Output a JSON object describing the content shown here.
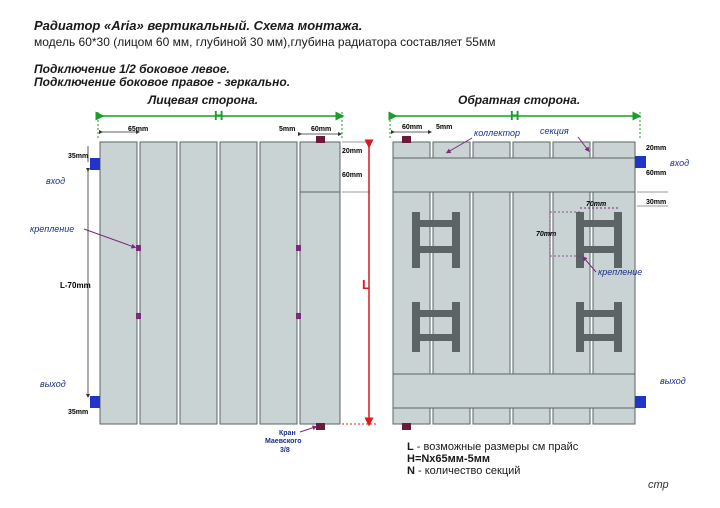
{
  "header": {
    "title": "Радиатор «Aria» вертикальный. Схема монтажа.",
    "subtitle": "модель 60*30 (лицом 60 мм, глубиной 30 мм),глубина радиатора составляет 55мм",
    "connection_left": "Подключение 1/2 боковое левое.",
    "connection_right": "Подключение боковое правое - зеркально."
  },
  "front": {
    "title": "Лицевая сторона.",
    "h_label": "H",
    "l_label": "L",
    "dim_65": "65mm",
    "dim_5": "5mm",
    "dim_60_top": "60mm",
    "dim_35_top": "35mm",
    "dim_20": "20mm",
    "dim_60_side": "60mm",
    "dim_l70": "L-70mm",
    "dim_35_bottom": "35mm",
    "label_inlet": "вход",
    "label_mount": "крепление",
    "label_outlet": "выход",
    "valve_line1": "Кран",
    "valve_line2": "Маевского",
    "valve_line3": "3/8"
  },
  "back": {
    "title": "Обратная сторона.",
    "h_label": "H",
    "dim_60": "60mm",
    "dim_5": "5mm",
    "label_collector": "коллектор",
    "label_section": "секция",
    "dim_20": "20mm",
    "label_inlet": "вход",
    "dim_60_side": "60mm",
    "dim_30": "30mm",
    "dim_70_h": "70mm",
    "dim_70_v": "70mm",
    "label_mount": "крепление",
    "label_outlet": "выход"
  },
  "legend": {
    "l_key": "L",
    "l_text": " - возможные размеры см прайс",
    "h_formula": "H=Nx65мм-5мм",
    "n_key": "N",
    "n_text": " - количество секций"
  },
  "footer": {
    "page": "стр"
  },
  "colors": {
    "section_fill": "#c9d3d4",
    "section_stroke": "#5a6466",
    "bracket_fill": "#5d6466",
    "connector": "#2233cc",
    "valve": "#6a1a3a",
    "dim_h_green": "#1a9e2a",
    "dim_l_red": "#d81b1b",
    "leader_purple": "#7a2a7a",
    "label_blue": "#1a2f8a"
  }
}
